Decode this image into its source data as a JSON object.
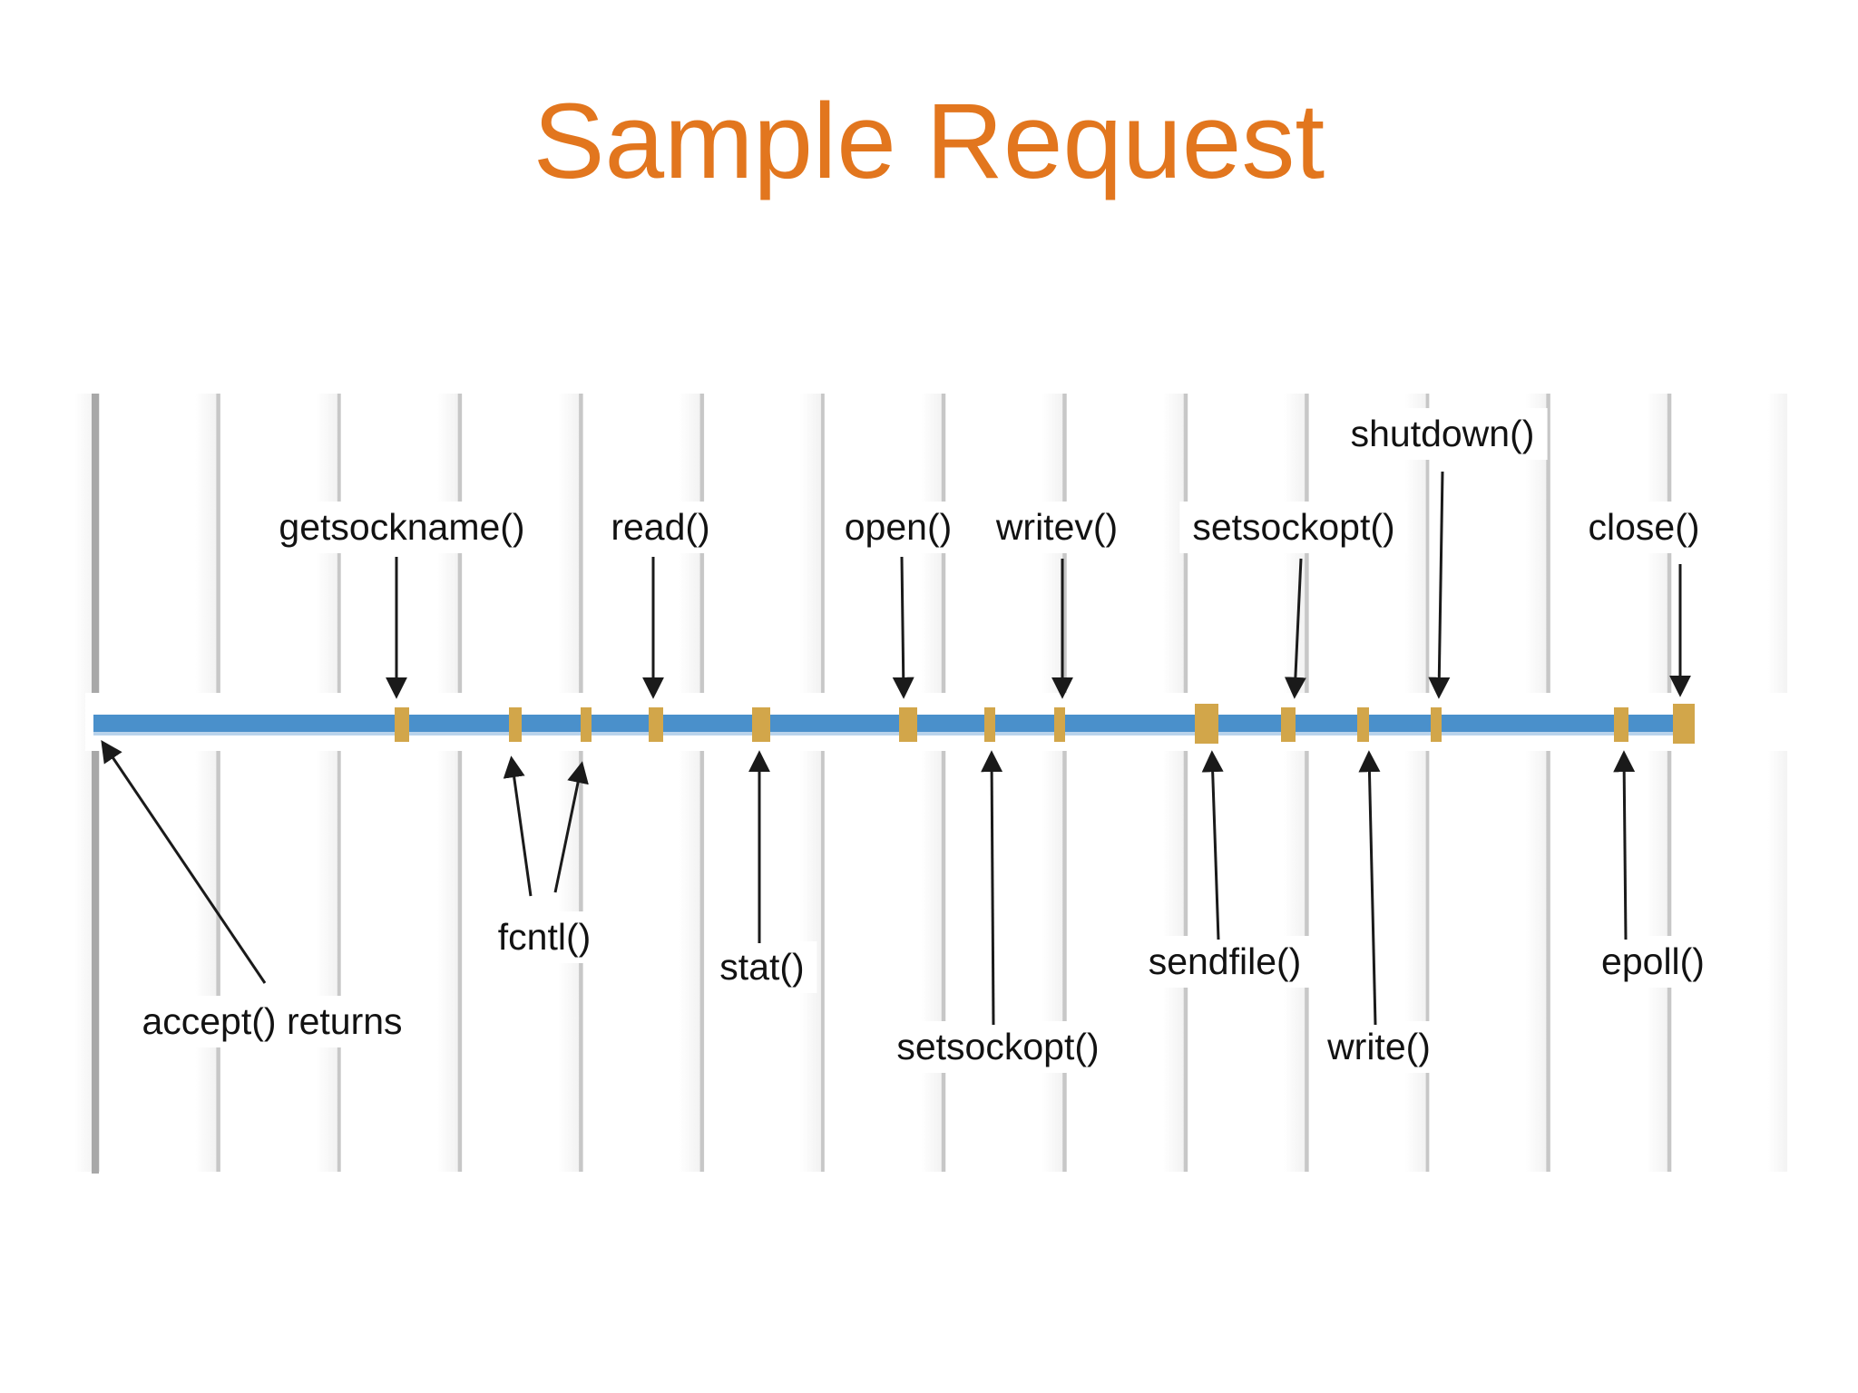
{
  "slide": {
    "title": "Sample Request"
  },
  "timeline": {
    "events_top": [
      {
        "id": "getsockname",
        "label": "getsockname()"
      },
      {
        "id": "read",
        "label": "read()"
      },
      {
        "id": "open",
        "label": "open()"
      },
      {
        "id": "writev",
        "label": "writev()"
      },
      {
        "id": "setsockopt",
        "label": "setsockopt()"
      },
      {
        "id": "shutdown",
        "label": "shutdown()"
      },
      {
        "id": "close",
        "label": "close()"
      }
    ],
    "events_bottom": [
      {
        "id": "accept",
        "label": "accept() returns"
      },
      {
        "id": "fcntl",
        "label": "fcntl()"
      },
      {
        "id": "stat",
        "label": "stat()"
      },
      {
        "id": "setsockopt-2",
        "label": "setsockopt()"
      },
      {
        "id": "sendfile",
        "label": "sendfile()"
      },
      {
        "id": "write",
        "label": "write()"
      },
      {
        "id": "epoll",
        "label": "epoll()"
      }
    ],
    "tick_sequence": [
      "getsockname()",
      "fcntl()",
      "fcntl()",
      "read()",
      "stat()",
      "open()",
      "setsockopt()",
      "writev()",
      "sendfile()",
      "setsockopt()",
      "write()",
      "shutdown()",
      "epoll()",
      "close()"
    ],
    "colors": {
      "title": "#e2761e",
      "line": "#4a90cb",
      "line_edge": "#b9d3eb",
      "marker": "#d2a64a",
      "grid": "#c7c7c7",
      "axis": "#a8a8a8",
      "arrow": "#1a1a1a",
      "label_text": "#121212"
    }
  }
}
